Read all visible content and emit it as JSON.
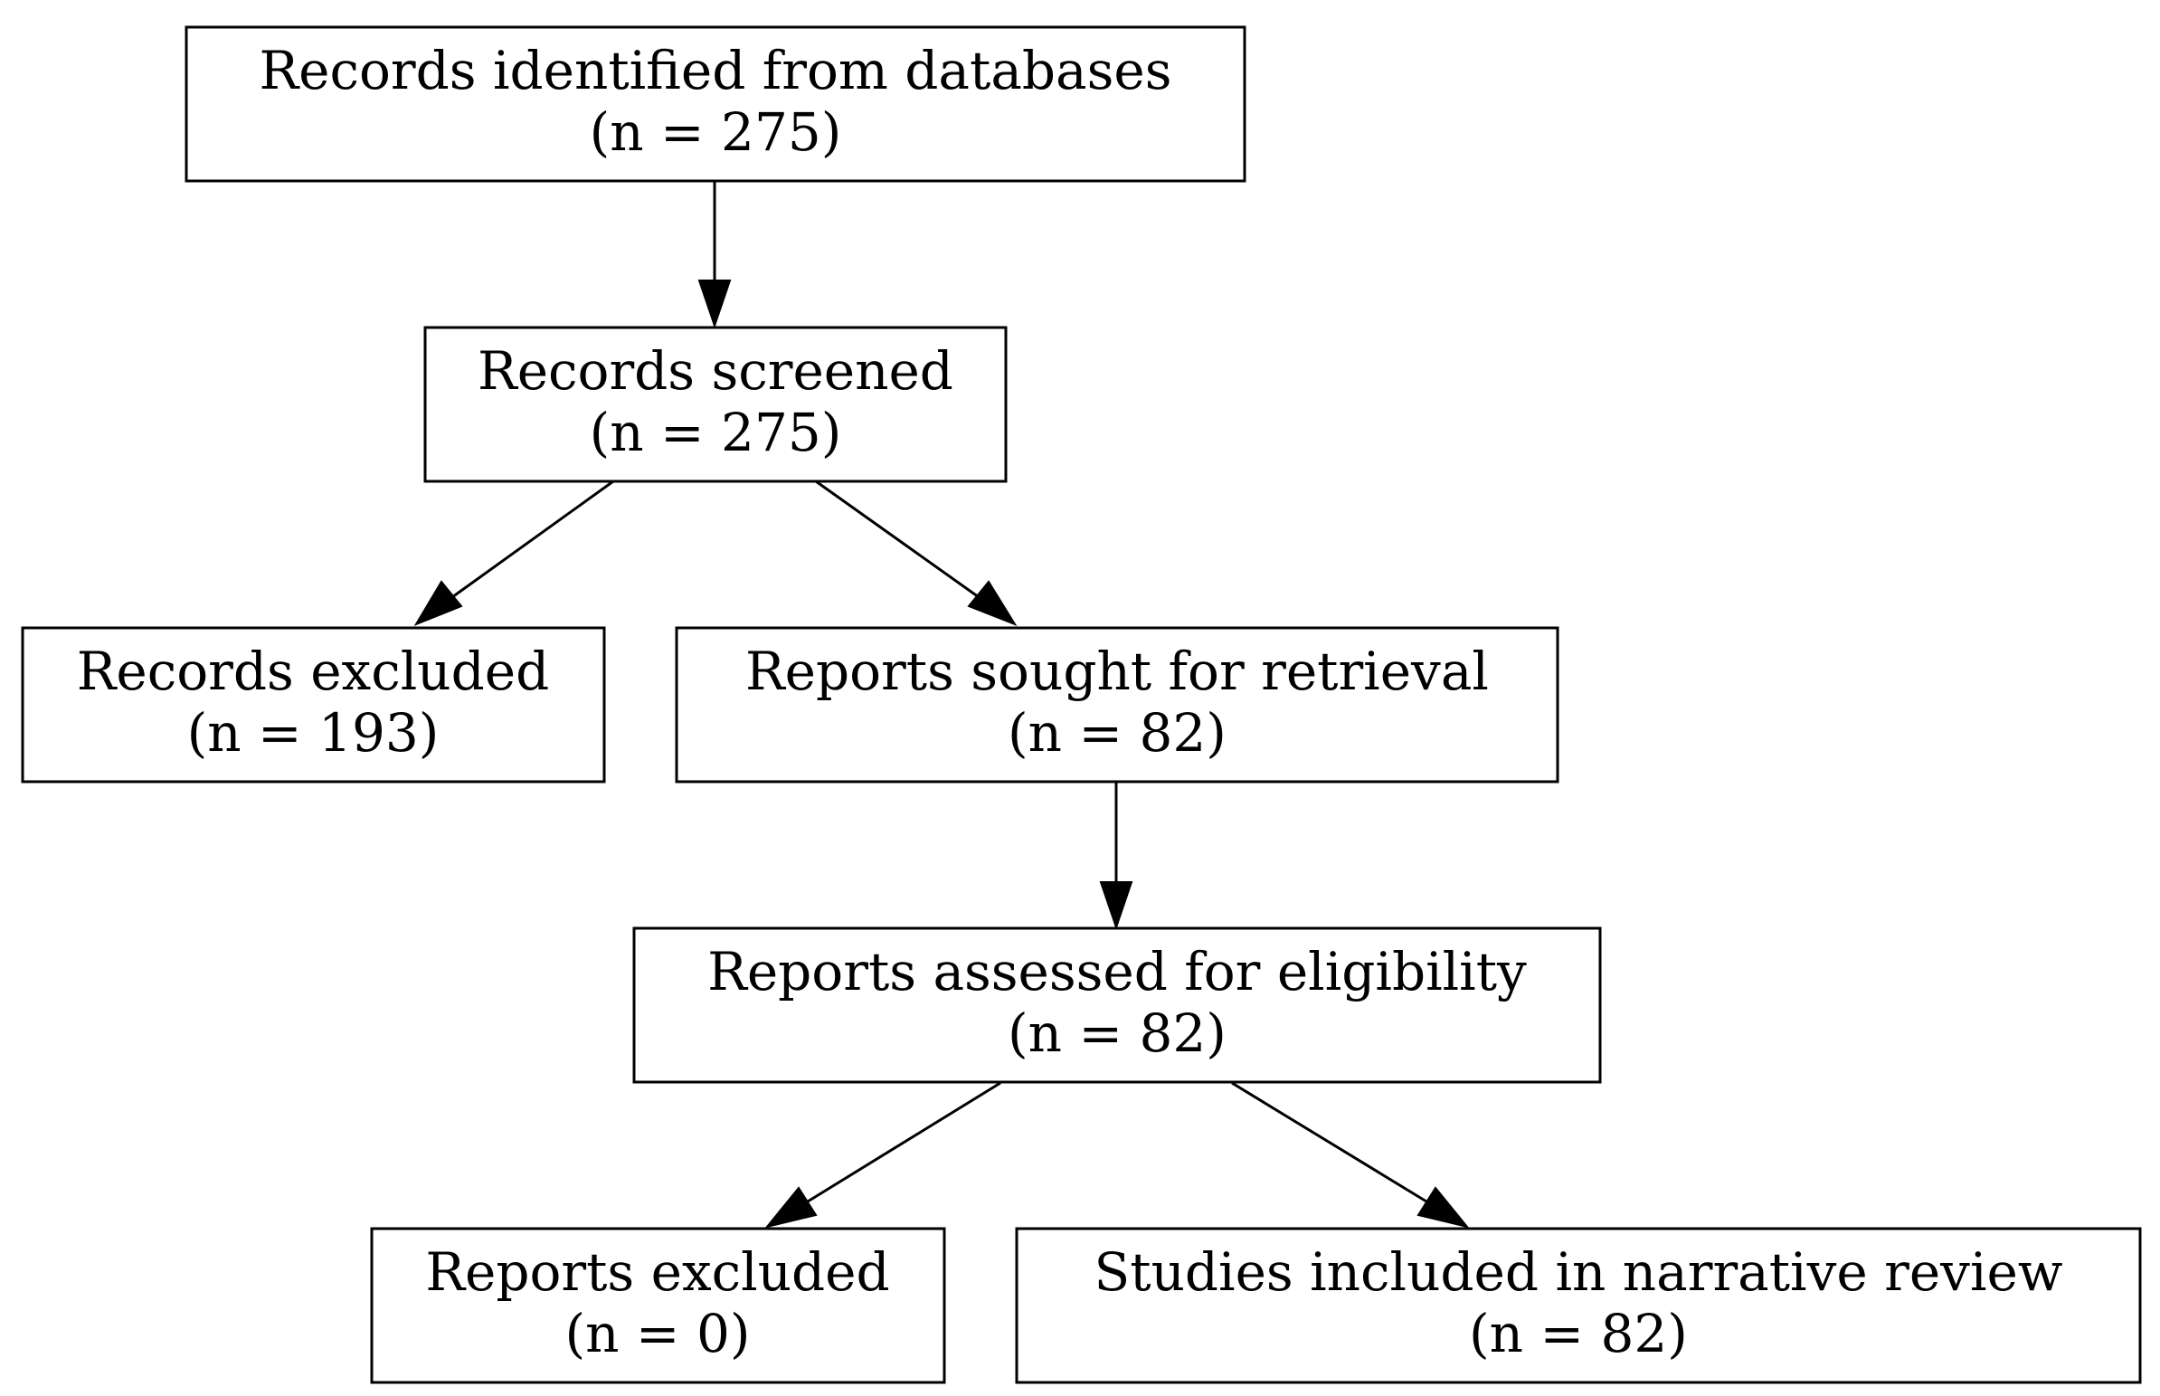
{
  "nodes": [
    {
      "id": "identified",
      "label": "Records identified from databases",
      "count": "(n = 275)"
    },
    {
      "id": "screened",
      "label": "Records screened",
      "count": "(n = 275)"
    },
    {
      "id": "records_excluded",
      "label": "Records excluded",
      "count": "(n = 193)"
    },
    {
      "id": "sought",
      "label": "Reports sought for retrieval",
      "count": "(n = 82)"
    },
    {
      "id": "assessed",
      "label": "Reports assessed for eligibility",
      "count": "(n = 82)"
    },
    {
      "id": "reports_excluded",
      "label": "Reports excluded",
      "count": "(n = 0)"
    },
    {
      "id": "included",
      "label": "Studies included in narrative review",
      "count": "(n = 82)"
    }
  ],
  "edges": [
    {
      "from": "identified",
      "to": "screened"
    },
    {
      "from": "screened",
      "to": "records_excluded"
    },
    {
      "from": "screened",
      "to": "sought"
    },
    {
      "from": "sought",
      "to": "assessed"
    },
    {
      "from": "assessed",
      "to": "reports_excluded"
    },
    {
      "from": "assessed",
      "to": "included"
    }
  ],
  "colors": {
    "stroke": "#000000",
    "fill": "#ffffff",
    "text": "#000000"
  }
}
